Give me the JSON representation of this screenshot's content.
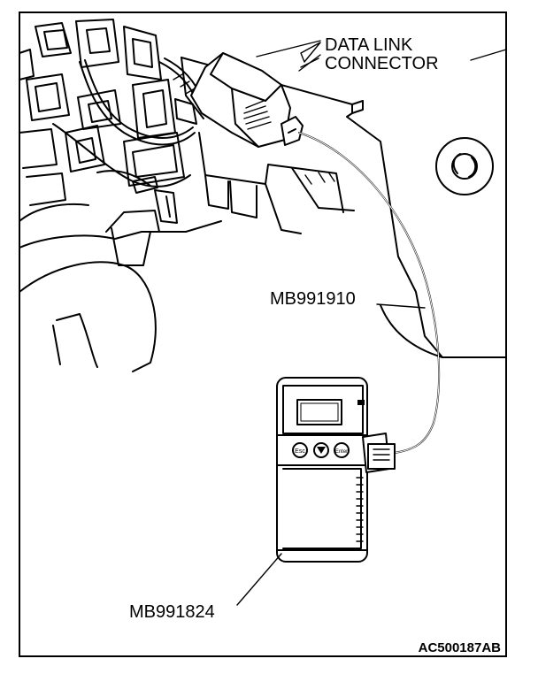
{
  "labels": {
    "data_link_connector": [
      "DATA LINK",
      "CONNECTOR"
    ],
    "cable": "MB991910",
    "scan_tool": "MB991824",
    "figure_id": "AC500187AB"
  },
  "scan_tool_buttons": [
    "Esc",
    "▼",
    "Enter"
  ]
}
